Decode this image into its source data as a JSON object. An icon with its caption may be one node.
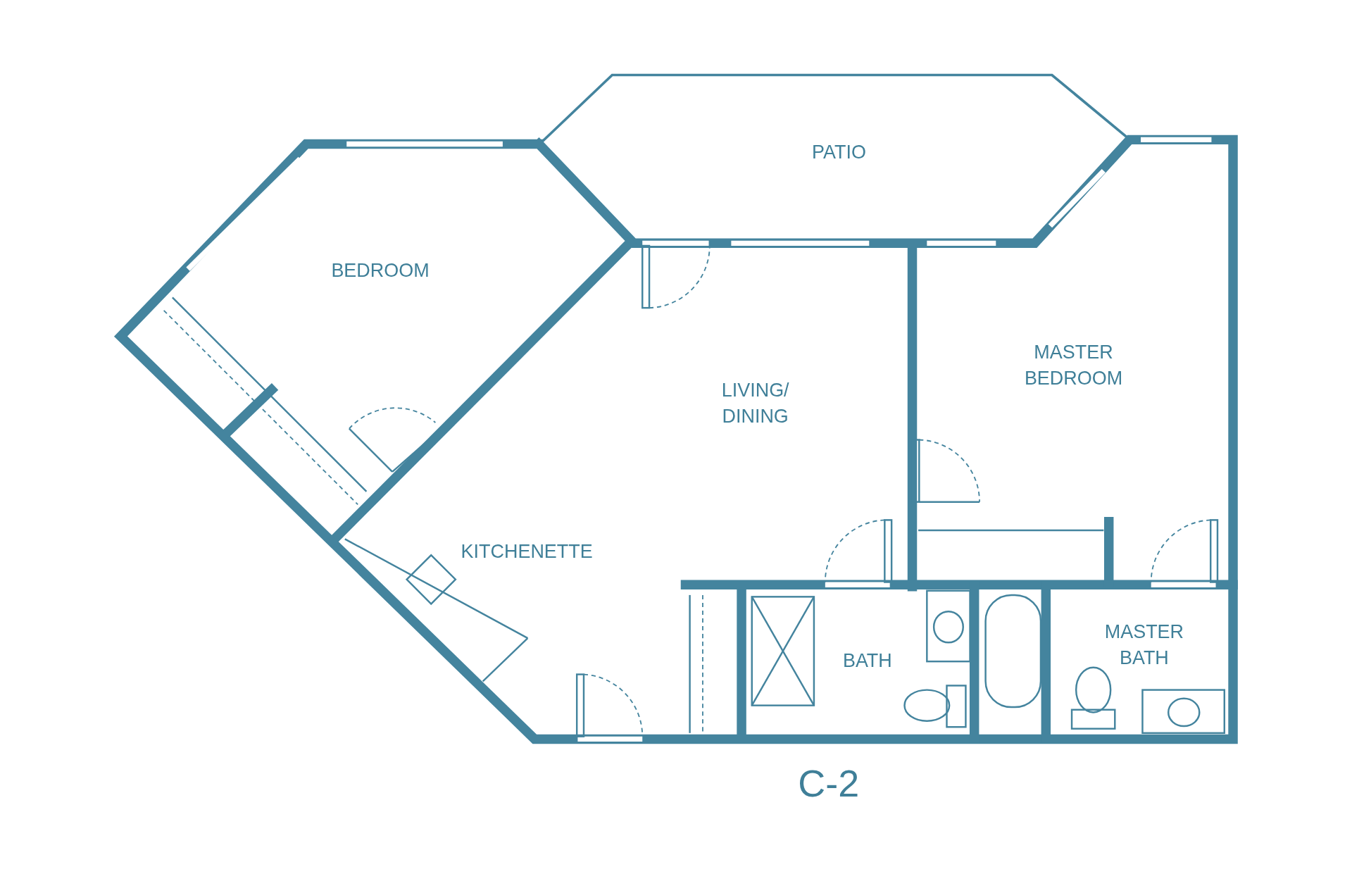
{
  "diagram": {
    "title": "C-2",
    "labels": [
      "PATIO",
      "BEDROOM",
      "LIVING/ DINING",
      "MASTER BEDROOM",
      "KITCHENETTE",
      "BATH",
      "MASTER BATH"
    ]
  }
}
